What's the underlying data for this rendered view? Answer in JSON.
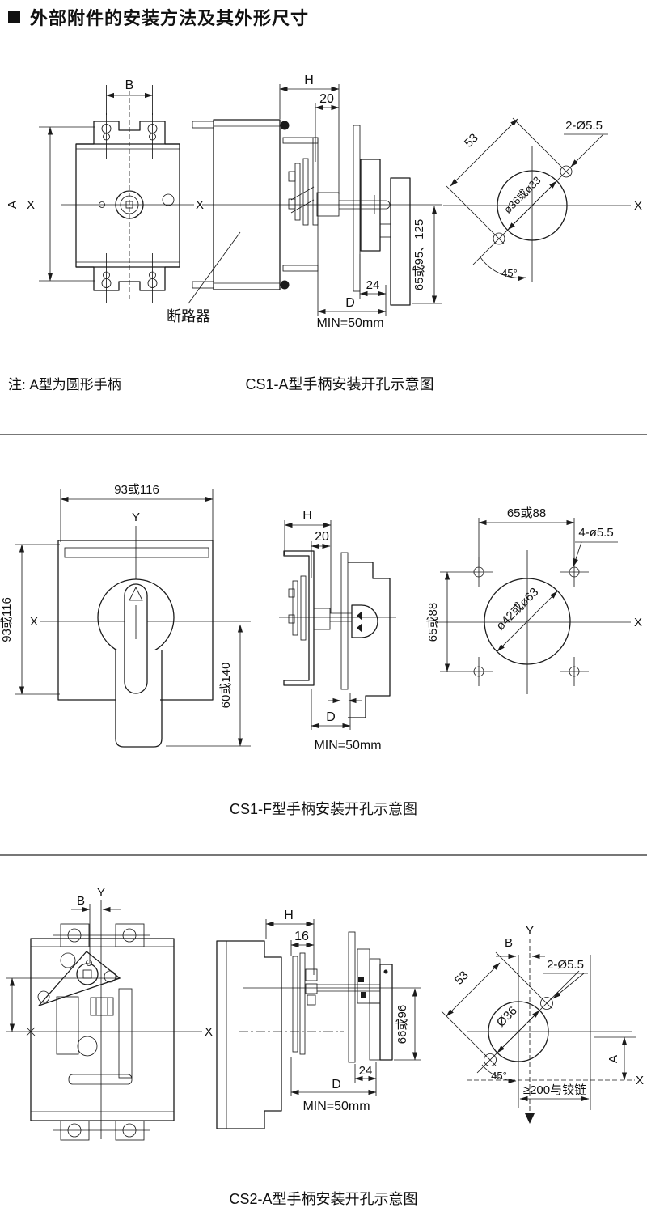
{
  "page": {
    "title": "外部附件的安装方法及其外形尺寸"
  },
  "s1": {
    "note": "注:  A型为圆形手柄",
    "caption": "CS1-A型手柄安装开孔示意图",
    "front": {
      "b": "B",
      "a": "A",
      "x_left": "X",
      "x_right": "X",
      "breaker": "断路器"
    },
    "side": {
      "h": "H",
      "d20": "20",
      "d24": "24",
      "d": "D",
      "min": "MIN=50mm",
      "height": "65或95、125"
    },
    "drill": {
      "d53": "53",
      "holes": "2-Ø5.5",
      "dia": "ø36或ø33",
      "angle": "45°",
      "x": "X"
    }
  },
  "s2": {
    "caption": "CS1-F型手柄安装开孔示意图",
    "front": {
      "top": "93或116",
      "left": "93或116",
      "right": "60或140",
      "x": "X",
      "y": "Y"
    },
    "side": {
      "h": "H",
      "d20": "20",
      "d": "D",
      "min": "MIN=50mm"
    },
    "drill": {
      "top": "65或88",
      "left": "65或88",
      "holes": "4-ø5.5",
      "dia": "ø42或ø63",
      "x": "X"
    }
  },
  "s3": {
    "caption": "CS2-A型手柄安装开孔示意图",
    "front": {
      "b": "B",
      "y": "Y",
      "x": "X"
    },
    "side": {
      "h": "H",
      "d16": "16",
      "d24": "24",
      "d": "D",
      "min": "MIN=50mm",
      "height": "66或96"
    },
    "drill": {
      "b": "B",
      "y": "Y",
      "d53": "53",
      "holes": "2-Ø5.5",
      "dia": "Ø36",
      "angle": "45°",
      "a": "A",
      "hinge": "≥200与铰链",
      "x": "X"
    }
  }
}
